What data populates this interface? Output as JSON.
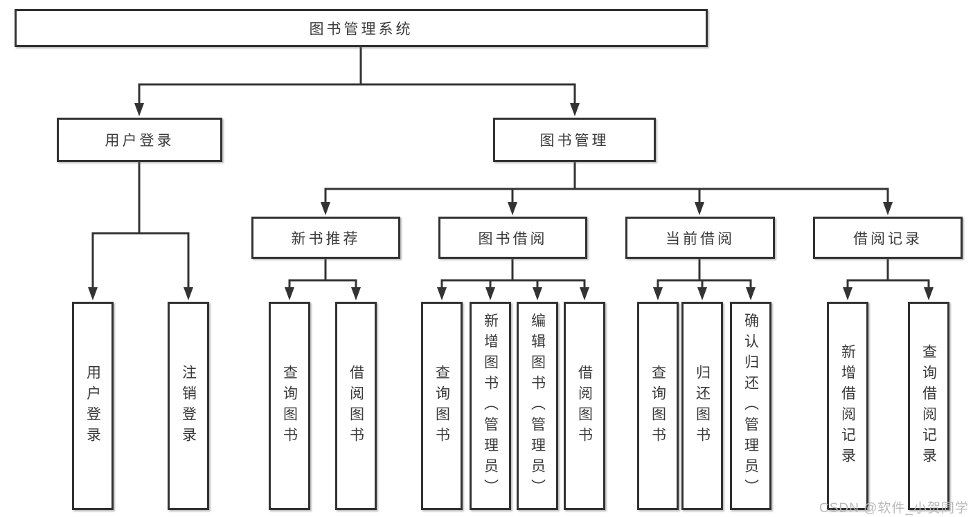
{
  "diagram": {
    "title": "图书管理系统",
    "branches": [
      "用户登录",
      "图书管理"
    ],
    "modules": [
      "新书推荐",
      "图书借阅",
      "当前借阅",
      "借阅记录"
    ],
    "leaves": [
      "用户登录",
      "注销登录",
      "查询图书",
      "借阅图书",
      "查询图书",
      "新增图书（管理员）",
      "编辑图书（管理员）",
      "借阅图书",
      "查询图书",
      "归还图书",
      "确认归还（管理员）",
      "新增借阅记录",
      "查询借阅记录"
    ],
    "colors": {
      "line": "#333333",
      "box_border": "#323232",
      "box_background": "#ffffff",
      "text": "#3a3a3a",
      "watermark": "#b9b9b9"
    },
    "watermark": "CSDN @软件_小贺同学"
  }
}
